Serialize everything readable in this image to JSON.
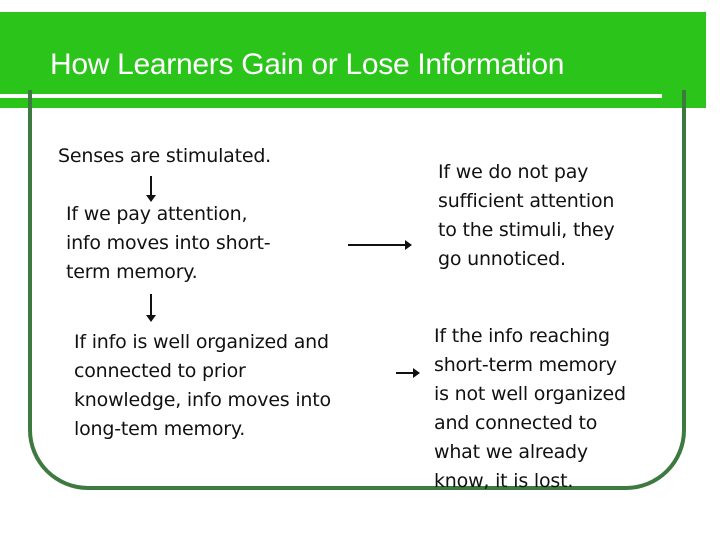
{
  "slide": {
    "title": "How Learners Gain or Lose Information",
    "colors": {
      "header_green": "#2ac41a",
      "border_green": "#3d7a3f",
      "text": "#111111"
    },
    "left_column": {
      "step1": "Senses are stimulated.",
      "step2": "If we pay attention,\ninfo moves into short-\nterm memory.",
      "step3": "If info is well organized and\nconnected to prior\nknowledge, info moves into\nlong-tem memory."
    },
    "right_column": {
      "outcome1": "If we do not pay\nsufficient attention\nto the stimuli, they\ngo unnoticed.",
      "outcome2": "If the info reaching\nshort-term memory\nis not well organized\nand connected to\nwhat we already\nknow, it is lost."
    }
  }
}
